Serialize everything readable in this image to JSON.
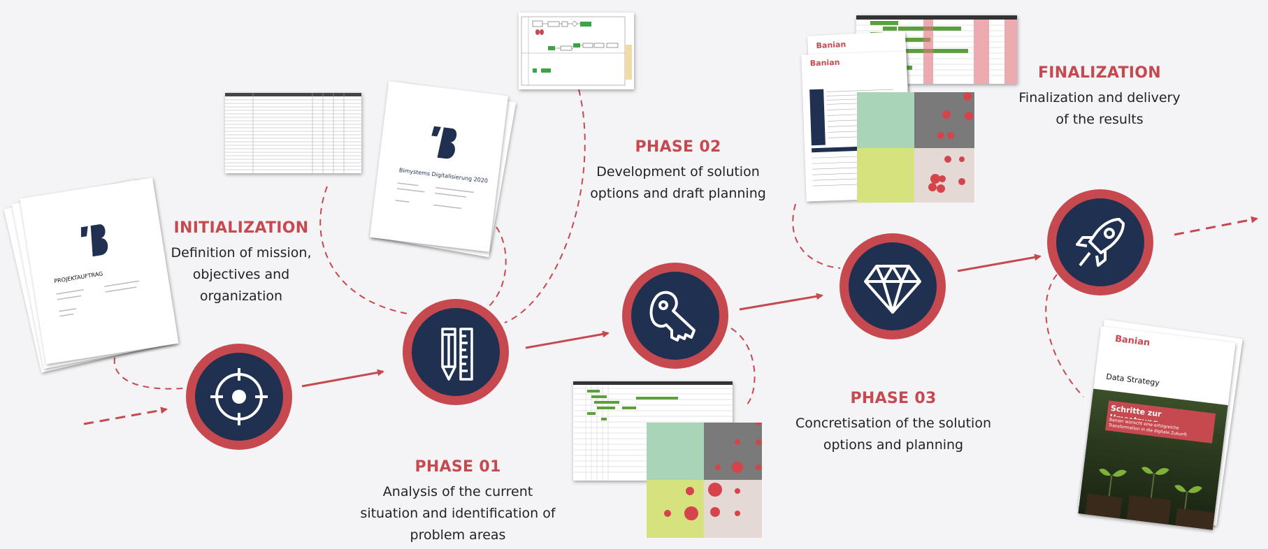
{
  "stages": [
    {
      "id": "initialization",
      "title": "INITIALIZATION",
      "lines": [
        "Definition of mission,",
        "objectives and",
        "organization"
      ],
      "icon": "target-icon"
    },
    {
      "id": "phase01",
      "title": "PHASE 01",
      "lines": [
        "Analysis of the current",
        "situation and identification of",
        "problem areas"
      ],
      "icon": "pencil-ruler-icon"
    },
    {
      "id": "phase02",
      "title": "PHASE 02",
      "lines": [
        "Development of solution",
        "options and draft planning"
      ],
      "icon": "key-icon"
    },
    {
      "id": "phase03",
      "title": "PHASE 03",
      "lines": [
        "Concretisation of the solution",
        "options and planning"
      ],
      "icon": "diamond-icon"
    },
    {
      "id": "finalization",
      "title": "FINALIZATION",
      "lines": [
        "Finalization and delivery",
        "of the results"
      ],
      "icon": "rocket-icon"
    }
  ],
  "documents": {
    "project_order_title": "PROJEKTAUFTRAG",
    "digitalization_doc_title": "Bimystems Digitalisierung 2020",
    "brand_name": "Banian",
    "data_strategy_label": "Data Strategy",
    "strategy_heading": "Schritte zur Umsetzung",
    "strategy_subtitle": "Banian wünscht eine erfolgreiche Transformation in die digitale Zukunft"
  },
  "colors": {
    "accent": "#c6494f",
    "navy": "#1f3050",
    "background": "#f4f4f6"
  }
}
